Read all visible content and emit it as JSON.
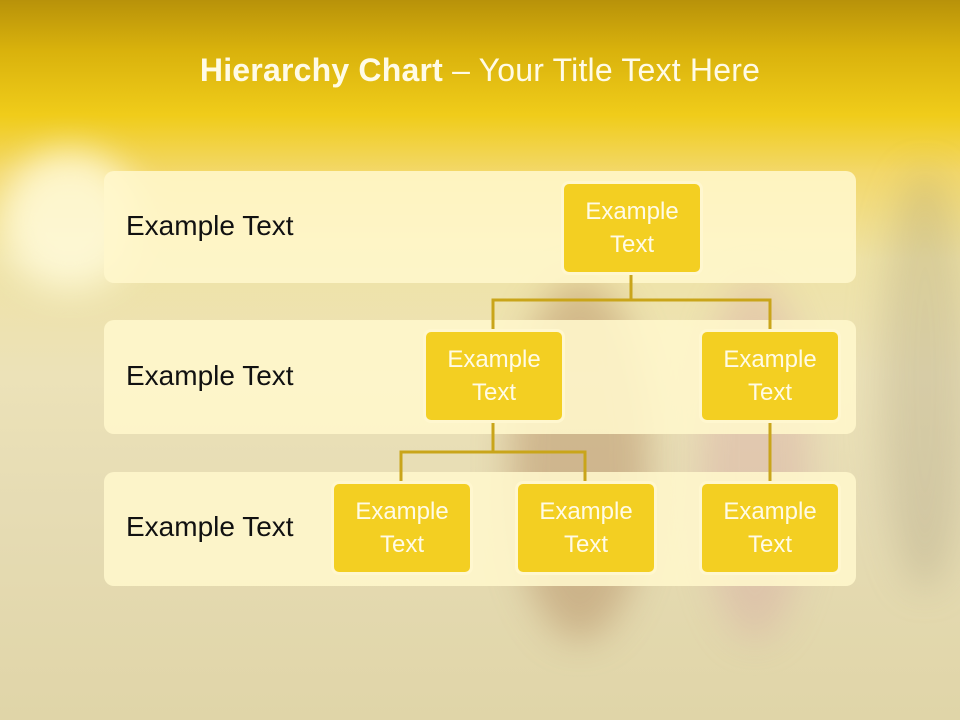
{
  "header": {
    "title_bold": "Hierarchy Chart",
    "title_dash": " – ",
    "title_rest": "Your Title Text Here"
  },
  "levels": [
    {
      "label": "Example Text"
    },
    {
      "label": "Example Text"
    },
    {
      "label": "Example Text"
    }
  ],
  "nodes": {
    "root": "Example Text",
    "mid_left": "Example Text",
    "mid_right": "Example Text",
    "leaf_1": "Example Text",
    "leaf_2": "Example Text",
    "leaf_3": "Example Text"
  },
  "colors": {
    "node_fill": "#f3cf22",
    "connector": "#c9a51a",
    "band_fill": "#fff7cc"
  }
}
